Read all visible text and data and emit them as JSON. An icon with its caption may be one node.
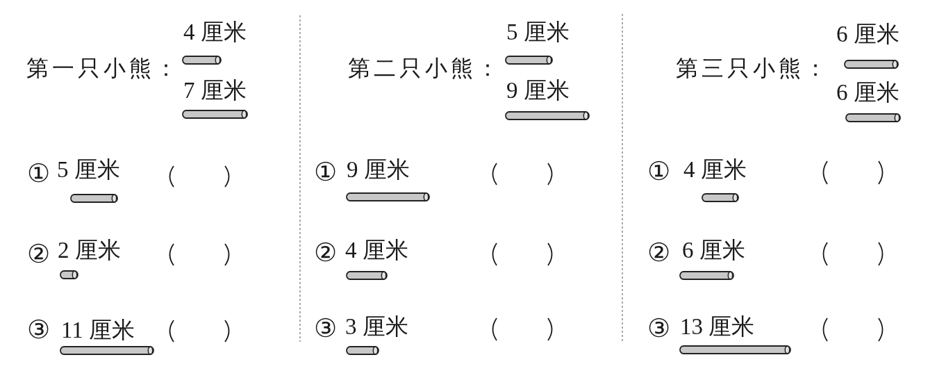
{
  "diagram": {
    "labels": [
      "第一只小熊：",
      "4 厘米",
      "7 厘米",
      "①",
      "5 厘米",
      "②",
      "2 厘米",
      "③",
      "11 厘米",
      "第二只小熊：",
      "5 厘米",
      "9 厘米",
      "①",
      "9 厘米",
      "②",
      "4 厘米",
      "③",
      "3 厘米",
      "第三只小熊：",
      "6 厘米",
      "6 厘米",
      "①",
      "4 厘米",
      "②",
      "6 厘米",
      "③",
      "13 厘米"
    ]
  }
}
